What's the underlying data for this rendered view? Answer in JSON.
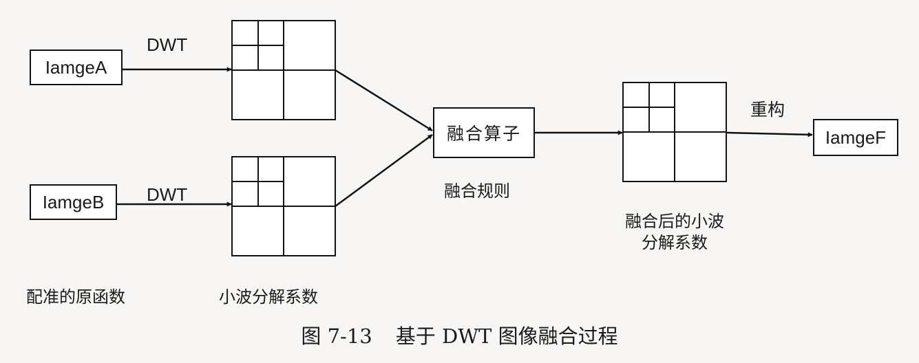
{
  "nodes": {
    "image_a": "IamgeA",
    "image_b": "IamgeB",
    "fusion_operator": "融合算子",
    "image_f": "IamgeF"
  },
  "edge_labels": {
    "dwt_a": "DWT",
    "dwt_b": "DWT",
    "reconstruct": "重构"
  },
  "annotations": {
    "fusion_rule": "融合规则",
    "fused_coeffs_line1": "融合后的小波",
    "fused_coeffs_line2": "分解系数",
    "source_images": "配准的原函数",
    "wavelet_coeffs": "小波分解系数"
  },
  "caption": {
    "number": "图 7-13",
    "title": "基于 DWT 图像融合过程"
  }
}
